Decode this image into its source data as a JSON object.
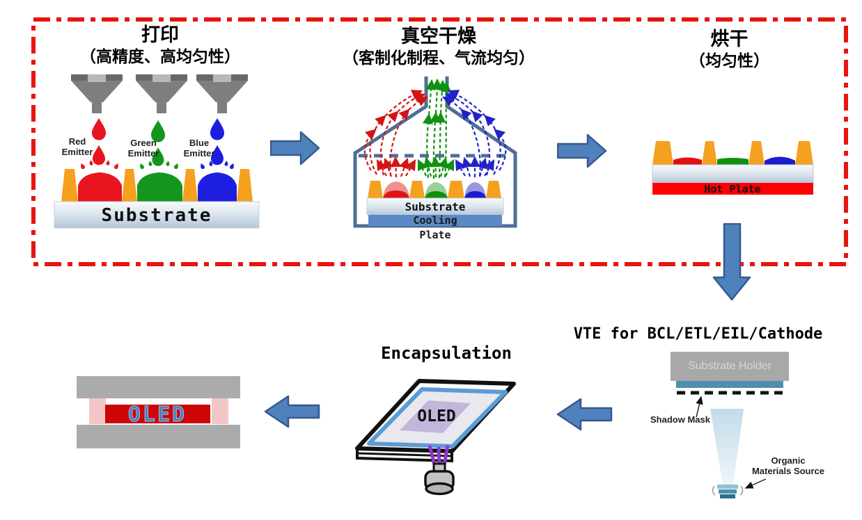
{
  "printing": {
    "title": "打印",
    "subtitle": "（高精度、高均匀性）",
    "emitters": [
      {
        "label": "Red\nEmitter",
        "color": "#e8141e"
      },
      {
        "label": "Green\nEmitter",
        "color": "#14961e"
      },
      {
        "label": "Blue\nEmitter",
        "color": "#1e1ee0"
      }
    ],
    "substrate_label": "Substrate"
  },
  "vacuum": {
    "title": "真空干燥",
    "subtitle": "（客制化制程、气流均匀）",
    "substrate_label": "Substrate",
    "cooling_label": "Cooling",
    "plate_label": "Plate"
  },
  "baking": {
    "title": "烘干",
    "subtitle": "（均匀性）",
    "hot_plate_label": "Hot Plate"
  },
  "vte": {
    "title": "VTE for BCL/ETL/EIL/Cathode",
    "substrate_holder_label": "Substrate Holder",
    "shadow_mask_label": "Shadow Mask",
    "organic_source_label": "Organic\nMaterials Source"
  },
  "encapsulation": {
    "title": "Encapsulation",
    "oled_label": "OLED"
  },
  "final_device": {
    "oled_label": "OLED"
  },
  "colors": {
    "frame_red": "#e81410",
    "process_arrow_fill": "#4f81bd",
    "process_arrow_stroke": "#36598c",
    "bank_orange": "#f5a01e",
    "hot_plate_red": "#fe0000",
    "cooling_plate_blue": "#5b8ac4",
    "uv_purple": "#9233cc",
    "red_emitter": "#e8141e",
    "green_emitter": "#14961e",
    "blue_emitter": "#1e1ee0",
    "chamber_outline": "#4e6e96"
  }
}
